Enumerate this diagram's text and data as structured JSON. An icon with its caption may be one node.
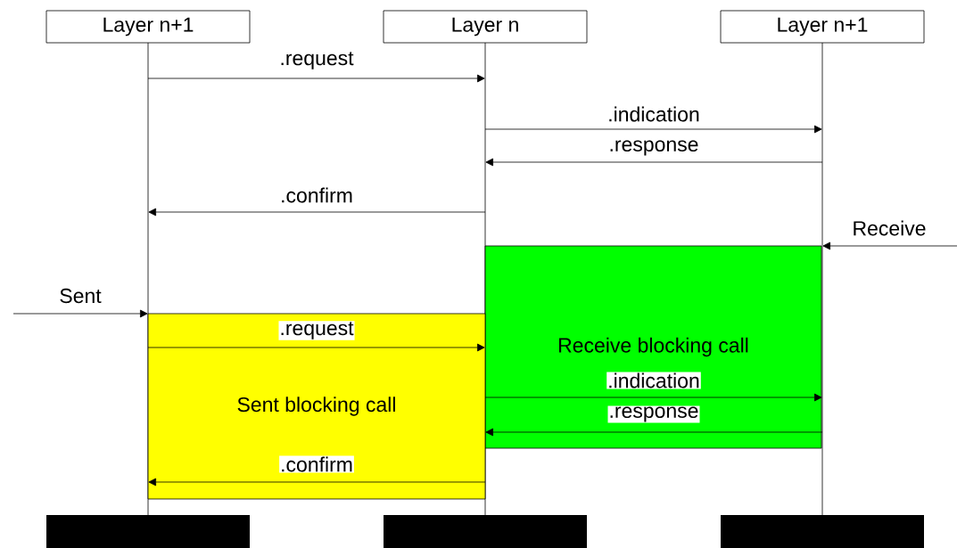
{
  "diagram": {
    "nodes": [
      {
        "text": [
          "Layer n+1"
        ]
      },
      {
        "text": [
          "Layer n"
        ]
      },
      {
        "text": [
          "Layer n+1"
        ]
      }
    ],
    "edges": [
      {
        "from": 0,
        "to": 1,
        "arrow": "to",
        "label": ".request"
      },
      {
        "from": 1,
        "to": 2,
        "arrow": "to",
        "label": ".indication"
      },
      {
        "from": 2,
        "to": 1,
        "arrow": "to",
        "label": ".response"
      },
      {
        "from": 1,
        "to": 0,
        "arrow": "to",
        "label": ".confirm"
      },
      {
        "from": null,
        "to": 2,
        "arrow": "to",
        "label": "Receive"
      },
      {
        "from": null,
        "to": 0,
        "arrow": "to",
        "label": "Sent"
      },
      {
        "from": 0,
        "to": 1,
        "arrow": "to",
        "label": ".request"
      },
      {
        "from": 1,
        "to": 2,
        "arrow": "to",
        "label": ".indication"
      },
      {
        "from": 2,
        "to": 1,
        "arrow": "to",
        "label": ".response"
      },
      {
        "from": 1,
        "to": 0,
        "arrow": "to",
        "label": ".confirm"
      }
    ],
    "labels": [
      "Receive blocking call",
      "Sent blocking call"
    ]
  }
}
